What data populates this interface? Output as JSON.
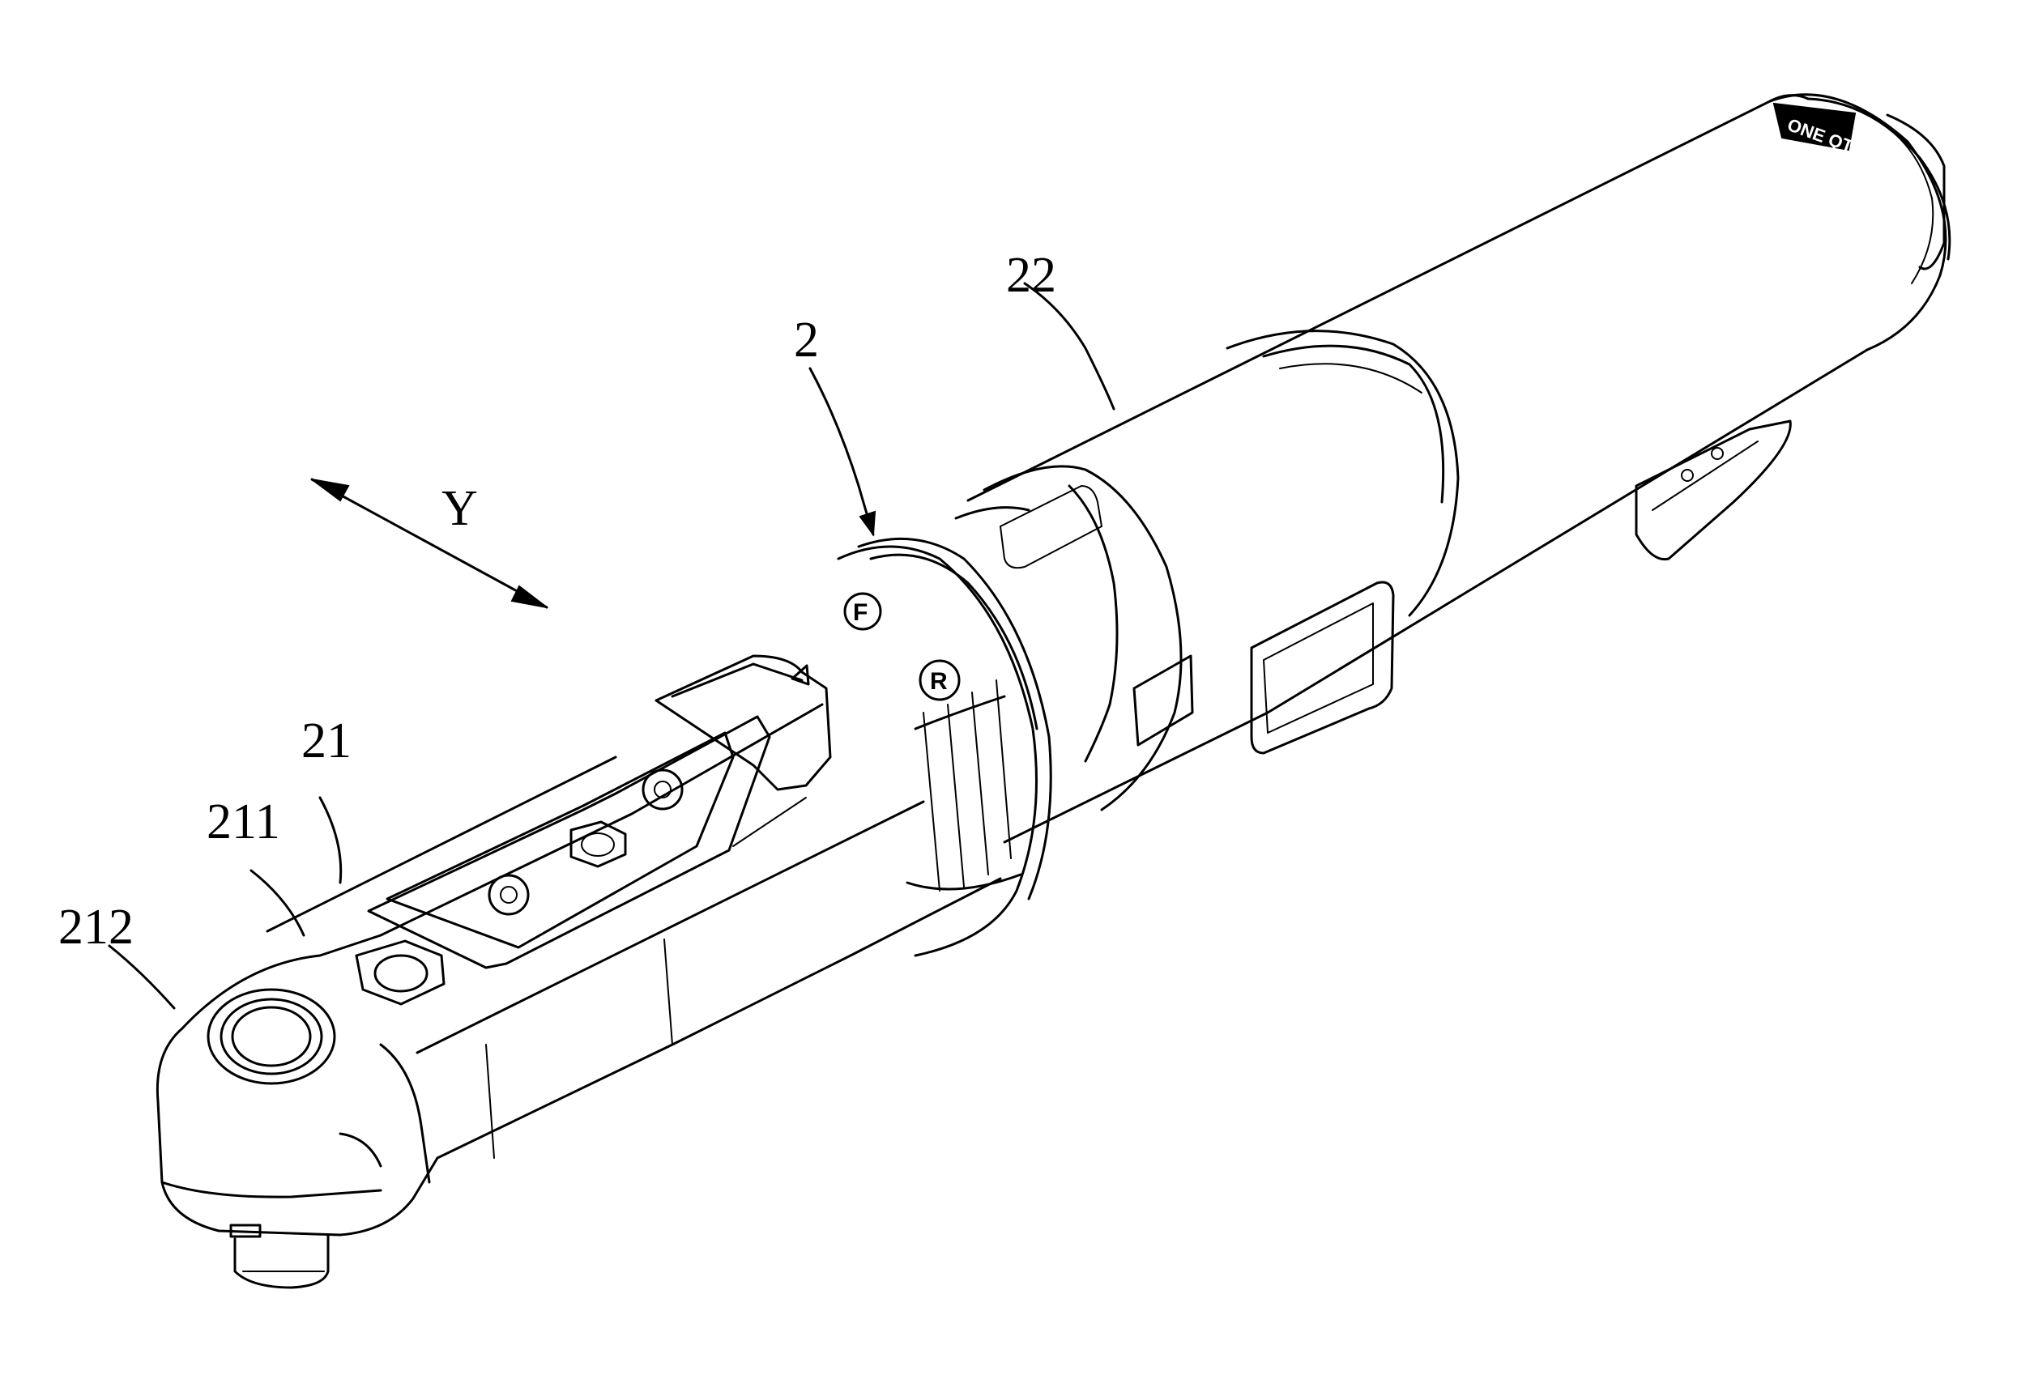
{
  "figure": {
    "reference_labels": {
      "assembly": "2",
      "head_housing": "21",
      "head_top": "211",
      "head_end": "212",
      "body_housing": "22"
    },
    "direction_label": "Y",
    "ring_markings": {
      "forward": "F",
      "reverse": "R"
    },
    "logo_text": "ONE QT"
  }
}
